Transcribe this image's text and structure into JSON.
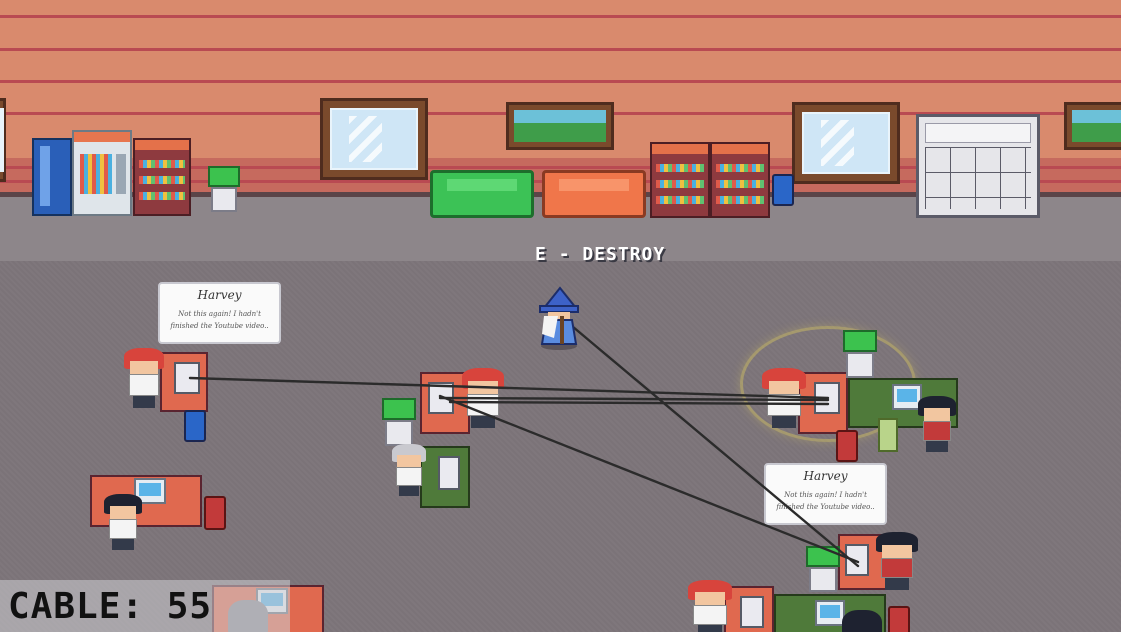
{
  "hud": {
    "cable_label": "CABLE:",
    "cable_value": "55"
  },
  "prompt": {
    "key": "E",
    "separator": "-",
    "action": "DESTROY"
  },
  "bubbles": [
    {
      "speaker": "Harvey",
      "line1": "Not this again! I hadn't",
      "line2": "finished the Youtube video.."
    },
    {
      "speaker": "Harvey",
      "line1": "Not this again! I hadn't",
      "line2": "finished the Youtube video.."
    }
  ],
  "colors": {
    "wall": "#d98a6d",
    "wall_stripe": "#b94a52",
    "floor": "#7b7378",
    "cable": "#2b2b2b",
    "highlight": "#f0dc5a"
  },
  "icons": [
    "wizard-player",
    "vending-machine",
    "bookshelf",
    "sofa",
    "potted-plant",
    "trash-bin",
    "filing-cabinet",
    "desk",
    "computer-monitor",
    "desk-phone",
    "office-worker"
  ]
}
